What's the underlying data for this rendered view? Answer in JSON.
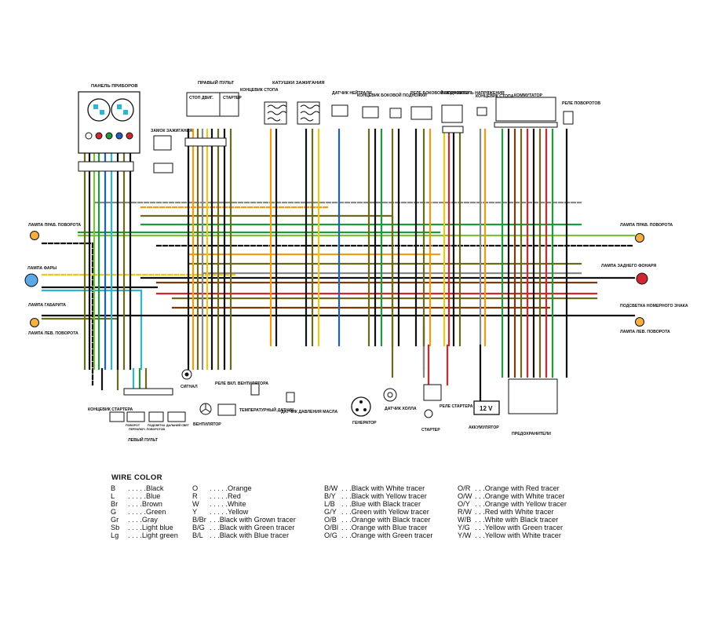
{
  "labels": {
    "instrument_panel": "ПАНЕЛЬ ПРИБОРОВ",
    "ignition_switch": "ЗАМОК ЗАЖИГАНИЯ",
    "right_handlebar_switch": "ПРАВЫЙ ПУЛЬТ",
    "engine_stop": "СТОП ДВИГ.",
    "starter_sw": "СТАРТЕР",
    "front_brake_sw": "КОНЦЕВИК СТОПА",
    "ignition_coils": "КАТУШКИ ЗАЖИГАНИЯ",
    "neutral_sensor": "ДАТЧИК НЕЙТРАЛИ",
    "sidestand_switch": "КОНЦЕВИК БОКОВОЙ ПОДНОЖКИ",
    "sidestand_relay": "РЕЛЕ БОКОВОЙ ПОДНОЖКИ",
    "regulator_rectifier": "ВЫПРЯМИТЕЛЬ НАПРЯЖЕНИЯ",
    "rear_brake_sw": "КОНЦЕВИК СТОПА",
    "igniter": "КОММУТАТОР",
    "turn_relay": "РЕЛЕ ПОВОРОТОВ",
    "front_right_turn": "ЛАМПА ПРАВ. ПОВОРОТА",
    "headlamp": "ЛАМПА ФАРЫ",
    "position_lamp": "ЛАМПА ГАБАРИТА",
    "front_left_turn": "ЛАМПА ЛЕВ. ПОВОРОТА",
    "rear_right_turn": "ЛАМПА ПРАВ. ПОВОРОТА",
    "tail_lamp": "ЛАМПА ЗАДНЕГО ФОНАРЯ",
    "license_lamp": "ПОДСВЕТКА НОМЕРНОГО ЗНАКА",
    "rear_left_turn": "ЛАМПА ЛЕВ. ПОВОРОТА",
    "clutch_switch": "КОНЦЕВИК СТАРТЕРА",
    "left_handlebar_switch": "ЛЕВЫЙ ПУЛЬТ",
    "horn": "СИГНАЛ",
    "fan": "ВЕНТИЛЯТОР",
    "fan_relay": "РЕЛЕ ВКЛ. ВЕНТИЛЯТОРА",
    "temp_sensor": "ТЕМПЕРАТУРНЫЙ ДАТЧИК",
    "oil_pressure_sensor": "ДАТЧИК ДАВЛЕНИЯ МАСЛА",
    "generator": "ГЕНЕРАТОР",
    "hall_sensor": "ДАТЧИК ХОЛЛА",
    "starter_relay": "РЕЛЕ СТАРТЕРА",
    "starter_motor": "СТАРТЕР",
    "battery": "АККУМУЛЯТОР",
    "battery_voltage": "12 V",
    "fuses": "ПРЕДОХРАНИТЕЛИ",
    "left_sub_1": "ПОВОРОТ",
    "left_sub_2": "ПЕРЕКЛЮЧ. ПОВОРОТОВ",
    "left_sub_3": "ПОДСВЕТКА",
    "left_sub_4": "ДАЛЬНИЙ СВЕТ"
  },
  "wire_color": {
    "title": "WIRE COLOR",
    "columns": [
      [
        {
          "code": "B",
          "dots": " . . . . . ",
          "name": "Black"
        },
        {
          "code": "L",
          "dots": " . . . . . ",
          "name": "Blue"
        },
        {
          "code": "Br",
          "dots": " . . . . ",
          "name": "Brown"
        },
        {
          "code": "G",
          "dots": " . . . . . ",
          "name": "Green"
        },
        {
          "code": "Gr",
          "dots": " . . . . ",
          "name": "Gray"
        },
        {
          "code": "Sb",
          "dots": " . . . . ",
          "name": "Light blue"
        },
        {
          "code": "Lg",
          "dots": " . . . . ",
          "name": "Light green"
        }
      ],
      [
        {
          "code": "O",
          "dots": " . . . . . ",
          "name": "Orange"
        },
        {
          "code": "R",
          "dots": " . . . . . ",
          "name": "Red"
        },
        {
          "code": "W",
          "dots": " . . . . . ",
          "name": "White"
        },
        {
          "code": "Y",
          "dots": " . . . . . ",
          "name": "Yellow"
        },
        {
          "code": "B/Br",
          "dots": " . . . ",
          "name": "Black with Grown tracer"
        },
        {
          "code": "B/G",
          "dots": " . . . ",
          "name": "Black with Green tracer"
        },
        {
          "code": "B/L",
          "dots": " . . . ",
          "name": "Black with Blue tracer"
        }
      ],
      [
        {
          "code": "B/W",
          "dots": " . . . ",
          "name": "Black with White tracer"
        },
        {
          "code": "B/Y",
          "dots": " . . . ",
          "name": "Black with Yellow tracer"
        },
        {
          "code": "L/B",
          "dots": " . . . ",
          "name": "Blue with Black tracer"
        },
        {
          "code": "G/Y",
          "dots": " . . . ",
          "name": "Green with Yellow tracer"
        },
        {
          "code": "O/B",
          "dots": " . . . ",
          "name": "Orange with Black tracer"
        },
        {
          "code": "O/Bl",
          "dots": " . . . ",
          "name": "Orange with Blue tracer"
        },
        {
          "code": "O/G",
          "dots": " . . . ",
          "name": "Orange with Green tracer"
        }
      ],
      [
        {
          "code": "O/R",
          "dots": " . . . ",
          "name": "Orange with Red tracer"
        },
        {
          "code": "O/W",
          "dots": " . . . ",
          "name": "Orange with White tracer"
        },
        {
          "code": "O/Y",
          "dots": " . . . ",
          "name": "Orange with Yellow tracer"
        },
        {
          "code": "R/W",
          "dots": " . . . ",
          "name": "Red with White tracer"
        },
        {
          "code": "W/B",
          "dots": " . . . ",
          "name": "White with Black tracer"
        },
        {
          "code": "Y/G",
          "dots": " . . . ",
          "name": "Yellow with Green tracer"
        },
        {
          "code": "Y/W",
          "dots": " . . . ",
          "name": "Yellow with White tracer"
        }
      ]
    ]
  },
  "colors": {
    "black": "#111111",
    "blue": "#1f5fc4",
    "brown": "#7a3b12",
    "green": "#1e9a3c",
    "gray": "#8a8a8a",
    "light_blue": "#2bb6d6",
    "light_green": "#7bbf3a",
    "orange": "#f39c12",
    "red": "#d0282e",
    "yellow": "#e8c91a",
    "olive": "#6b6a1d",
    "dark_red": "#8a2020"
  }
}
